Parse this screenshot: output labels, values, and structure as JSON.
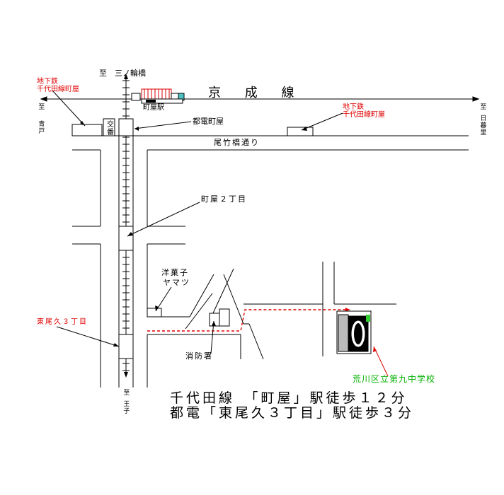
{
  "map": {
    "rail_line": "京 成 線",
    "north_direction": "至　三ノ輪橋",
    "west_direction": "至",
    "west_place": "青戸",
    "east_direction": "至",
    "east_place": "日暮里",
    "south_direction": "至",
    "south_place": "王子",
    "machiya_station": "町屋駅",
    "koban": "交番",
    "toden_machiya": "都電町屋",
    "subway_west": [
      "地下鉄",
      "千代田線町屋"
    ],
    "subway_east": [
      "地下鉄",
      "千代田線町屋"
    ],
    "street_name": "尾竹橋通り",
    "machiya_2chome": "町屋２丁目",
    "higashi_oku": "東尾久３丁目",
    "confectionery": [
      "洋菓子",
      "ヤマツ"
    ],
    "fire_station": "消防署",
    "school_name": "荒川区立第九中学校"
  },
  "access": {
    "line1": "千代田線　「町屋」駅徒歩１２分",
    "line2": "都電「東尾久３丁目」駅徒歩３分"
  },
  "colors": {
    "label_red": "#e00000",
    "route_red": "#e00000",
    "school_green": "#00b000"
  }
}
